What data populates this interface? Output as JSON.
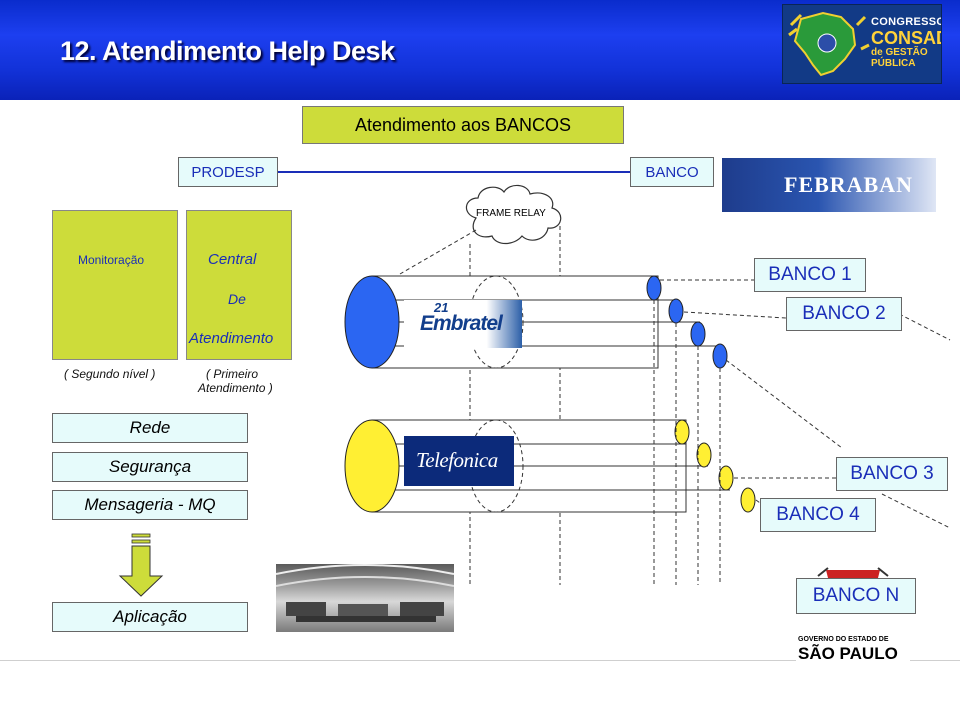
{
  "header": {
    "title": "12. Atendimento Help Desk"
  },
  "logo_consad": {
    "line1": "CONGRESSO",
    "line2": "CONSAD",
    "line3": "de GESTÃO",
    "line4": "PÚBLICA"
  },
  "diagram": {
    "main_title": "Atendimento aos BANCOS",
    "prodesp": "PRODESP",
    "banco": "BANCO",
    "frame_relay": "FRAME RELAY",
    "monitoracao": "Monitoração",
    "segundo_nivel": "( Segundo nível )",
    "central_1": "Central",
    "central_2": "De",
    "central_3": "Atendimento",
    "primeiro_1": "( Primeiro",
    "primeiro_2": "Atendimento )",
    "rede": "Rede",
    "seguranca": "Segurança",
    "mensageria": "Mensageria - MQ",
    "aplicacao": "Aplicação",
    "banco1": "BANCO 1",
    "banco2": "BANCO 2",
    "banco3": "BANCO 3",
    "banco4": "BANCO 4",
    "bancoN": "BANCO N"
  },
  "logos": {
    "febraban": "FEBRABAN",
    "embratel_num": "21",
    "embratel": "Embratel",
    "telefonica": "Telefonica",
    "governo": "GOVERNO DO ESTADO DE",
    "sao_paulo": "SÃO PAULO"
  },
  "colors": {
    "header_blue": "#1232d8",
    "box_yellow": "#cddc3a",
    "box_cyan": "#e6fbfb",
    "pipe_blue": "#2b66f2",
    "pipe_yellow": "#ffef33",
    "text_blue": "#1a2eb8"
  }
}
